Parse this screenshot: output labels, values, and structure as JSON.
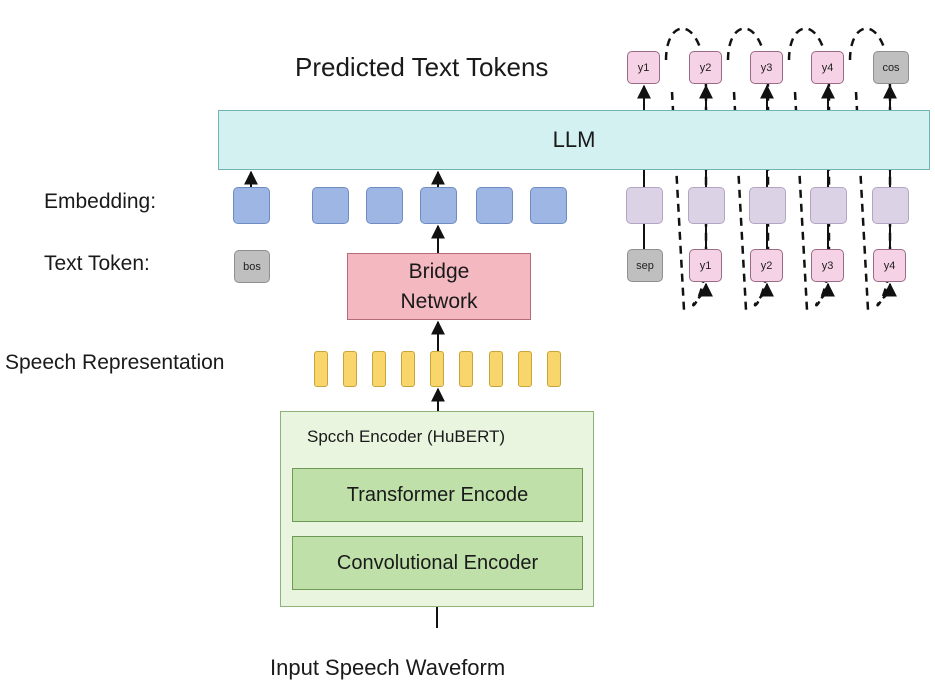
{
  "title": "Predicted Text Tokens",
  "llm_label": "LLM",
  "row_labels": {
    "embedding": "Embedding:",
    "text_token": "Text Token:",
    "speech_representation": "Speech Representation"
  },
  "bridge_network": {
    "line1": "Bridge",
    "line2": "Network"
  },
  "speech_encoder": {
    "title": "Spcch Encoder (HuBERT)",
    "transformer": "Transformer Encode",
    "convolutional": "Convolutional Encoder"
  },
  "input_label": "Input Speech Waveform",
  "input_tokens": {
    "bos": "bos",
    "sep": "sep",
    "ys": [
      "y1",
      "y2",
      "y3",
      "y4"
    ]
  },
  "output_tokens": [
    "y1",
    "y2",
    "y3",
    "y4",
    "cos"
  ],
  "colors": {
    "llm_fill": "#d3f1f1",
    "bridge_fill": "#f4b8c1",
    "encoder_fill": "#eaf5e0",
    "inner_encoder_fill": "#bfe1a9",
    "speech_rep_fill": "#f8d66c",
    "embedding_blue": "#9eb6e3",
    "embedding_purple": "#dcd2e6",
    "token_pink": "#f6d2e6",
    "token_gray": "#bfbfbf"
  }
}
